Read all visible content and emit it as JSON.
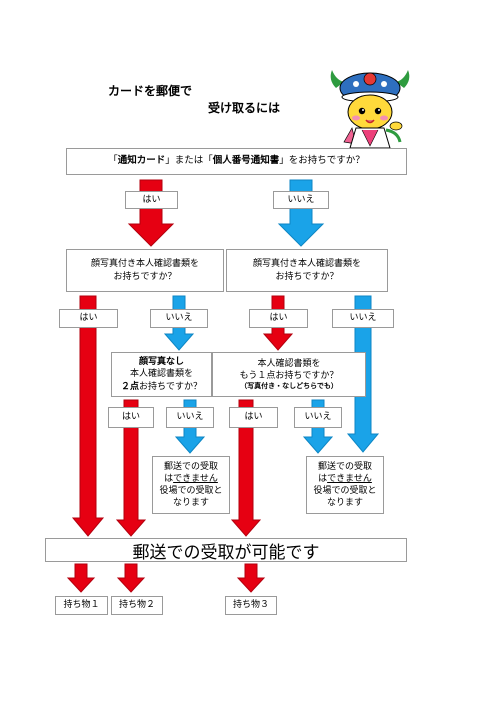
{
  "title": {
    "line1": "カードを郵便で",
    "line2": "受け取るには"
  },
  "mascot": {
    "icon": "mascot-character-icon"
  },
  "q_top": {
    "pre": "「",
    "b1": "通知カード",
    "mid": "」または「",
    "b2": "個人番号通知書",
    "post": "」をお持ちですか？"
  },
  "answers": {
    "yes": "はい",
    "no": "いいえ"
  },
  "q_photo_yes": {
    "line1": "顔写真付き本人確認書類を",
    "line2": "お持ちですか？"
  },
  "q_photo_no": {
    "line1": "顔写真付き本人確認書類を",
    "line2": "お持ちですか？"
  },
  "q_two_docs": {
    "line1": "顔写真なし",
    "line2": "本人確認書類を",
    "line3_b": "２点",
    "line3_rest": "お持ちですか？"
  },
  "q_one_more": {
    "line1": "本人確認書類を",
    "line2": "もう１点お持ちですか？",
    "note": "（写真付き・なしどちらでも）"
  },
  "not_possible": {
    "line1": "郵送での受取",
    "line2_pre": "は",
    "line2_u": "できません",
    "line3": "役場での受取と",
    "line4": "なります"
  },
  "result": "郵送での受取が可能です",
  "items": {
    "item1": "持ち物１",
    "item2": "持ち物２",
    "item3": "持ち物３"
  },
  "colors": {
    "yes": "#e60012",
    "no": "#1aa3e8",
    "yes_dark": "#b3000e",
    "no_dark": "#0d86c4",
    "border": "#9a9a9a"
  }
}
